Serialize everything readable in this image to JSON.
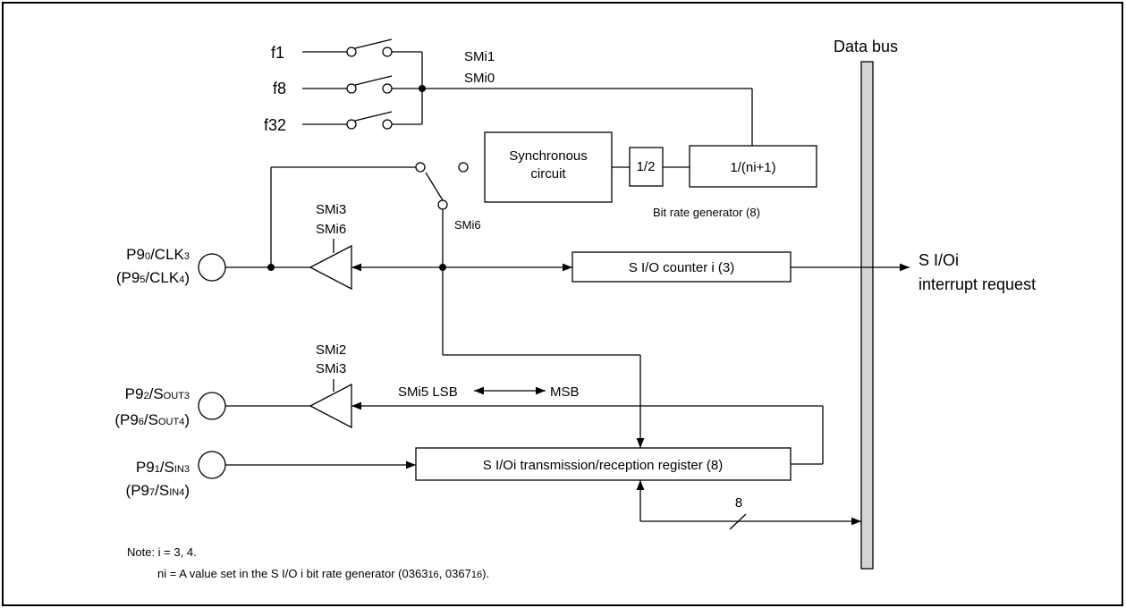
{
  "labels": {
    "data_bus": "Data bus",
    "f1": "f1",
    "f8": "f8",
    "f32": "f32",
    "smi1": "SMi1",
    "smi0": "SMi0",
    "sync_line1": "Synchronous",
    "sync_line2": "circuit",
    "half": "1/2",
    "divider": "1/(ni+1)",
    "brg_caption": "Bit rate generator (8)",
    "smi3_a": "SMi3",
    "smi6_a": "SMi6",
    "smi6_b": "SMi6",
    "counter": "S I/O counter i (3)",
    "int_line1": "S I/Oi",
    "int_line2": "interrupt request",
    "smi2": "SMi2",
    "smi3_b": "SMi3",
    "smi5_lsb": "SMi5 LSB",
    "msb": "MSB",
    "register": "S I/Oi transmission/reception register (8)",
    "bus_width": "8"
  },
  "pins": {
    "clk_main": "P90/CLK3",
    "clk_alt": "(P95/CLK4)",
    "sout_main": "P92/SOUT3",
    "sout_alt": "(P96/SOUT4)",
    "sin_main": "P91/SIN3",
    "sin_alt": "(P97/SIN4)"
  },
  "notes": {
    "line1": "Note: i = 3, 4.",
    "line2": "ni = A value set in the S I/O i bit rate generator (036316, 036716)."
  },
  "colors": {
    "bus_fill": "#d4d4d4",
    "line": "#000000"
  }
}
